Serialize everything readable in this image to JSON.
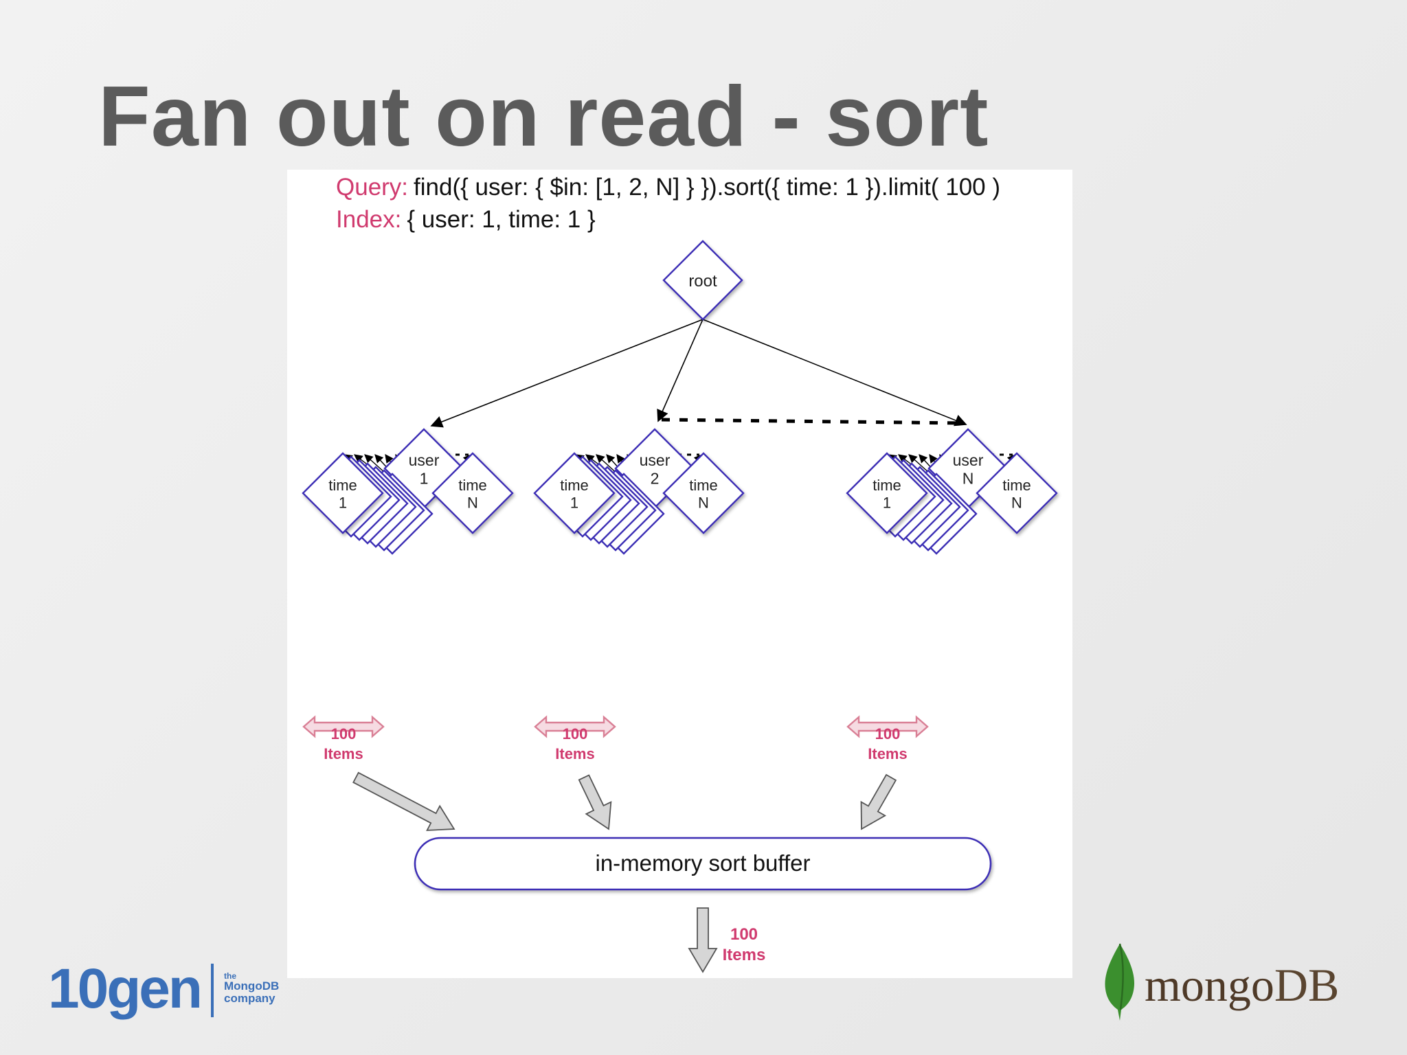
{
  "slide": {
    "title": "Fan out on read - sort"
  },
  "diagram": {
    "query_label": "Query:",
    "query_text": "find({ user: { $in: [1, 2, N] } }).sort({ time: 1 }).limit( 100 )",
    "index_label": "Index:",
    "index_text": "{ user: 1, time: 1 }",
    "root_label": "root",
    "user_nodes": [
      {
        "line1": "user",
        "line2": "1"
      },
      {
        "line1": "user",
        "line2": "2"
      },
      {
        "line1": "user",
        "line2": "N"
      }
    ],
    "time_first": {
      "line1": "time",
      "line2": "1"
    },
    "time_last": {
      "line1": "time",
      "line2": "N"
    },
    "range_count": "100",
    "range_unit": "Items",
    "buffer_label": "in-memory sort buffer",
    "output_count": "100",
    "output_unit": "Items",
    "colors": {
      "node_border": "#3c2fb5",
      "accent_pink": "#d03a6e",
      "range_arrow": "#d97f95",
      "grey_arrow": "#d6d6d6",
      "title": "#5b5b5b"
    }
  },
  "footer": {
    "company_logo": "10gen",
    "tagline": [
      "the",
      "MongoDB",
      "company"
    ],
    "product_logo_a": "mongo",
    "product_logo_b": "DB",
    "leaf_icon": "mongodb-leaf-icon"
  }
}
